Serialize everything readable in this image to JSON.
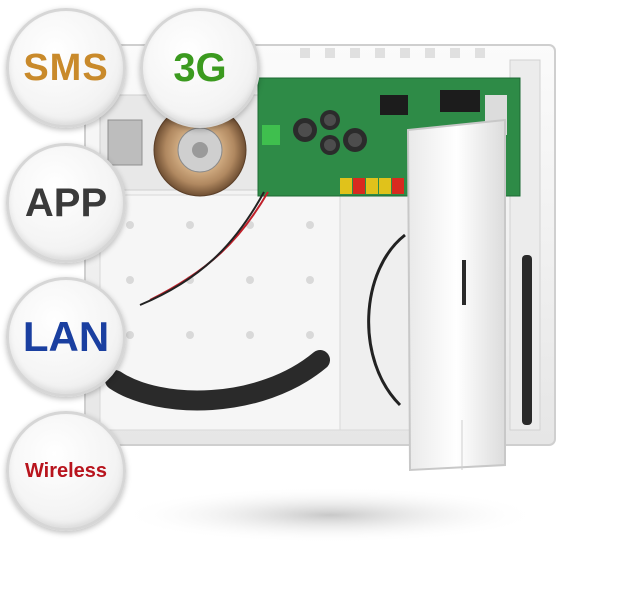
{
  "badges": [
    {
      "label": "SMS",
      "color": "#c98a2b"
    },
    {
      "label": "3G",
      "color": "#3b9a1f"
    },
    {
      "label": "APP",
      "color": "#3a3a3a"
    },
    {
      "label": "LAN",
      "color": "#1a3fa0"
    },
    {
      "label": "Wireless",
      "color": "#b8141d"
    }
  ],
  "colors": {
    "enclosure": "#f2f2f2",
    "pcb": "#2e8b47",
    "module": "#f7f7f7"
  }
}
